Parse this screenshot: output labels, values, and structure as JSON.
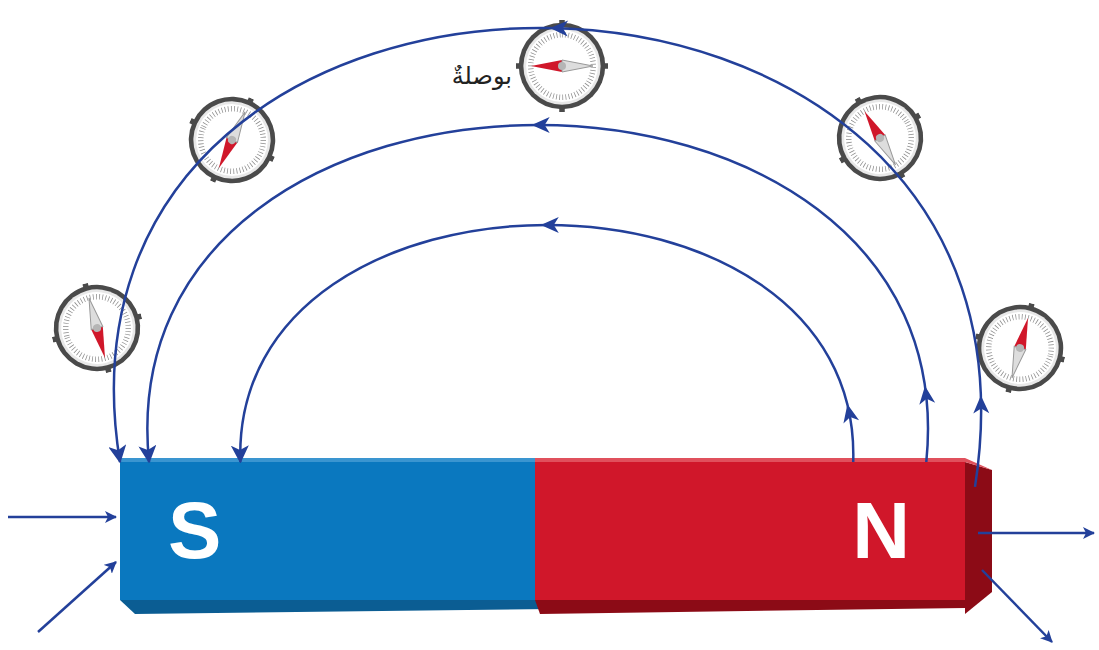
{
  "diagram": {
    "nodes": [
      {
        "text": [
          "S"
        ]
      },
      {
        "text": [
          "N"
        ]
      }
    ],
    "edges": [
      {
        "from": 1,
        "to": 0,
        "arrow": "to"
      },
      {
        "from": 1,
        "to": 0,
        "arrow": "to"
      },
      {
        "from": 1,
        "to": 0,
        "arrow": "to"
      }
    ],
    "labels": [
      "بوصلةٌ"
    ]
  }
}
